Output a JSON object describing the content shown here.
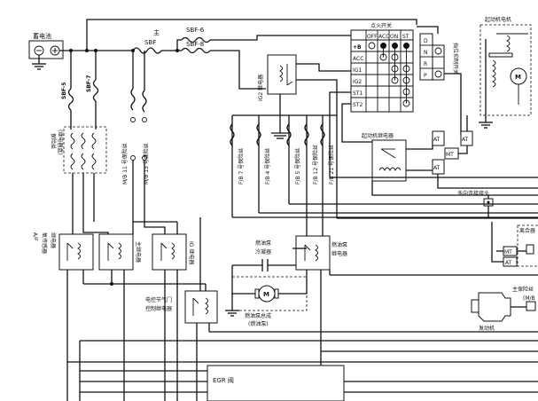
{
  "labels": {
    "battery": "蓄电池",
    "sbf_main_1": "主",
    "sbf_main_2": "SBF",
    "sbf6": "SBF-6",
    "sbf8": "SBF-8",
    "sbf5": "SBF-5",
    "sbf7": "SBF-7",
    "fuse_box_1": "保险丝",
    "fuse_box_2": "(继电器盒)",
    "mb11": "M/B 11 号保险丝",
    "mb13": "M/B 13 号保险丝",
    "ig2_relay": "IG2 继电器",
    "ignition_switch": "点火开关",
    "sw_off": "OFF",
    "sw_acc": "ACC",
    "sw_on": "ON",
    "sw_st": "ST",
    "sw_b": "+B",
    "sw_ig1": "IG1",
    "sw_ig2": "IG2",
    "sw_st1": "ST1",
    "sw_st2": "ST2",
    "inhibitor_switch": "挡位抑制开关",
    "gear_d": "D",
    "gear_n": "N",
    "gear_r": "R",
    "gear_p": "P",
    "starter_motor": "起动机电机",
    "motor_m": "M",
    "fb7": "F/B 7 号保险丝",
    "fb4": "F/B 4 号保险丝",
    "fb5": "F/B 5 号保险丝",
    "fb12": "F/B 12 号保险丝",
    "fb21": "F/B 21 号保险丝",
    "starter_relay": "起动机继电器",
    "conn_at": "AT",
    "conn_mt": "MT",
    "multi_connector": "多向连接接头",
    "clutch_sw": "离合器",
    "af_relay_1": "A/F",
    "af_relay_2": "氧传感器",
    "af_relay_3": "继电器",
    "main_relay": "主继电器",
    "ig_relay": "IG 继电器",
    "fuel_pump_cooler_1": "燃油泵",
    "fuel_pump_cooler_2": "冷凝器",
    "fuel_pump_relay_1": "燃油泵",
    "fuel_pump_relay_2": "继电器",
    "fuel_pump_assy_1": "燃油泵总成",
    "fuel_pump_assy_2": "(燃油泵)",
    "throttle_relay_1": "电控节气门",
    "throttle_relay_2": "控制继电器",
    "engine": "发动机",
    "main_fuse_1": "主保险丝",
    "main_fuse_2": "(M/B",
    "egr_valve": "EGR 阀"
  },
  "colors": {
    "line": "#111111",
    "background": "#ffffff"
  }
}
